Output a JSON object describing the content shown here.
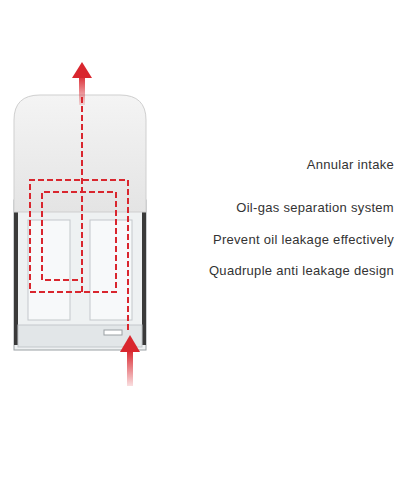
{
  "diagram": {
    "labels": [
      "Annular intake",
      "Oil-gas separation system",
      "Prevent oil leakage effectively",
      "Quadruple anti leakage design"
    ]
  }
}
